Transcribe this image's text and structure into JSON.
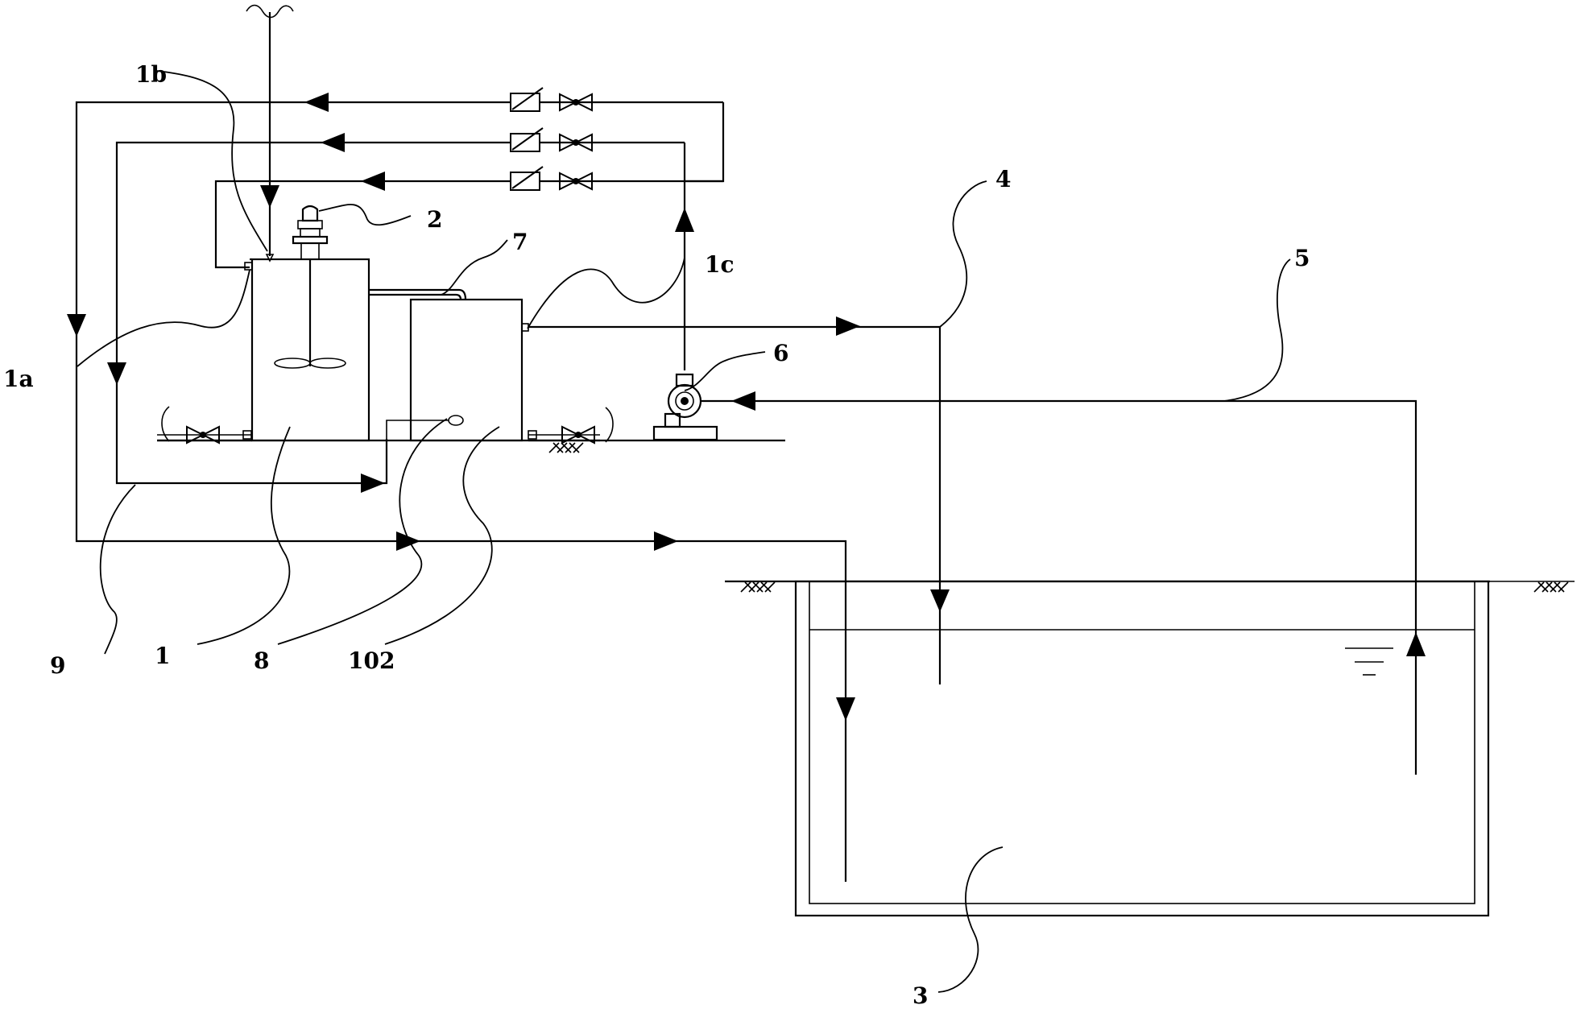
{
  "labels": {
    "l_1": "1",
    "l_1a": "1a",
    "l_1b": "1b",
    "l_1c": "1c",
    "l_2": "2",
    "l_3": "3",
    "l_4": "4",
    "l_5": "5",
    "l_6": "6",
    "l_7": "7",
    "l_8": "8",
    "l_9": "9",
    "l_102": "102"
  }
}
